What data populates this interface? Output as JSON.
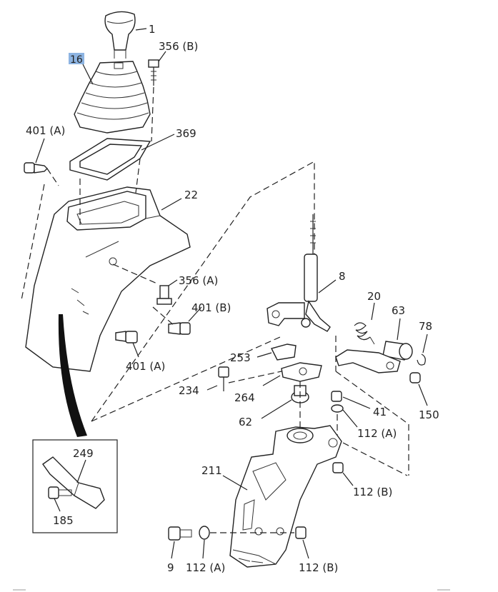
{
  "callouts": {
    "knob": "1",
    "boot": "16",
    "bolt_top": "356 (B)",
    "clip_left": "401 (A)",
    "gasket": "369",
    "console": "22",
    "bolt_mid": "356 (A)",
    "clip_right": "401 (B)",
    "clip_bottom": "401 (A)",
    "lever": "8",
    "spring": "20",
    "shaft": "63",
    "clip_78": "78",
    "cover": "253",
    "bolt_234": "234",
    "plate": "264",
    "bushing": "62",
    "nut": "41",
    "washer_a": "112 (A)",
    "washer_b": "112 (B)",
    "roller": "150",
    "bracket": "211",
    "bolt_9": "9",
    "washer_a_bottom": "112 (A)",
    "washer_b_bottom": "112 (B)",
    "inset_bracket": "249",
    "inset_bolt": "185"
  },
  "colors": {
    "line": "#222222",
    "highlight": "#8db4e2",
    "background": "#ffffff"
  }
}
